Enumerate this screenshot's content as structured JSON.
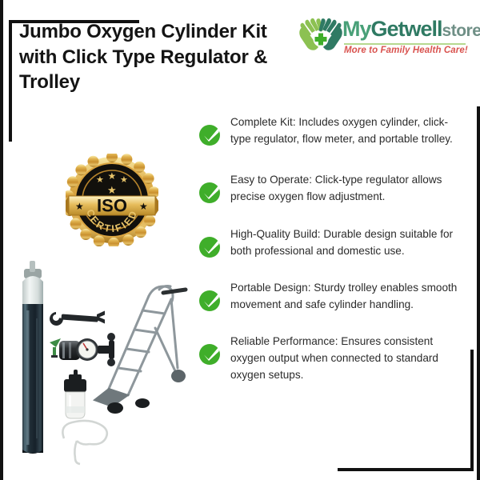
{
  "product": {
    "title": "Jumbo Oxygen Cylinder Kit with Click Type Regulator & Trolley"
  },
  "brand": {
    "name_part1": "My",
    "name_part2": "Getwell",
    "name_part3": "store",
    "registered_mark": "®",
    "tagline": "More to Family Health Care!",
    "mark_icon": "two-hands-cradling-medical-cross-icon",
    "colors": {
      "my": "#49a078",
      "getwell": "#2f7a63",
      "store": "#6f8f86",
      "tagline": "#d9534f",
      "rule": "#b6d98f",
      "hand_left": "#8cc152",
      "hand_right": "#2f7a63",
      "cross": "#3fae2a"
    }
  },
  "badge": {
    "primary_text": "ISO",
    "secondary_text": "CERTIFIED",
    "star_glyph": "★",
    "colors": {
      "gold_light": "#f7e08a",
      "gold": "#d9a441",
      "gold_dark": "#a9781f",
      "black": "#12100c"
    }
  },
  "features": {
    "check_icon": "green-check-circle-icon",
    "check_color": "#3fae2a",
    "items": [
      {
        "text": "Complete Kit: Includes oxygen cylinder, click-type regulator, flow meter, and portable trolley."
      },
      {
        "text": "Easy to Operate: Click-type regulator allows precise oxygen flow adjustment."
      },
      {
        "text": "High-Quality Build: Durable design suitable for both professional and domestic use."
      },
      {
        "text": "Portable Design: Sturdy trolley enables smooth movement and safe cylinder handling."
      },
      {
        "text": "Reliable Performance: Ensures consistent oxygen output when connected to standard oxygen setups."
      }
    ]
  },
  "product_image": {
    "items": [
      "oxygen-cylinder",
      "wrench",
      "click-type-regulator-with-gauge",
      "humidifier-bottle",
      "oxygen-tubing",
      "trolley"
    ]
  }
}
